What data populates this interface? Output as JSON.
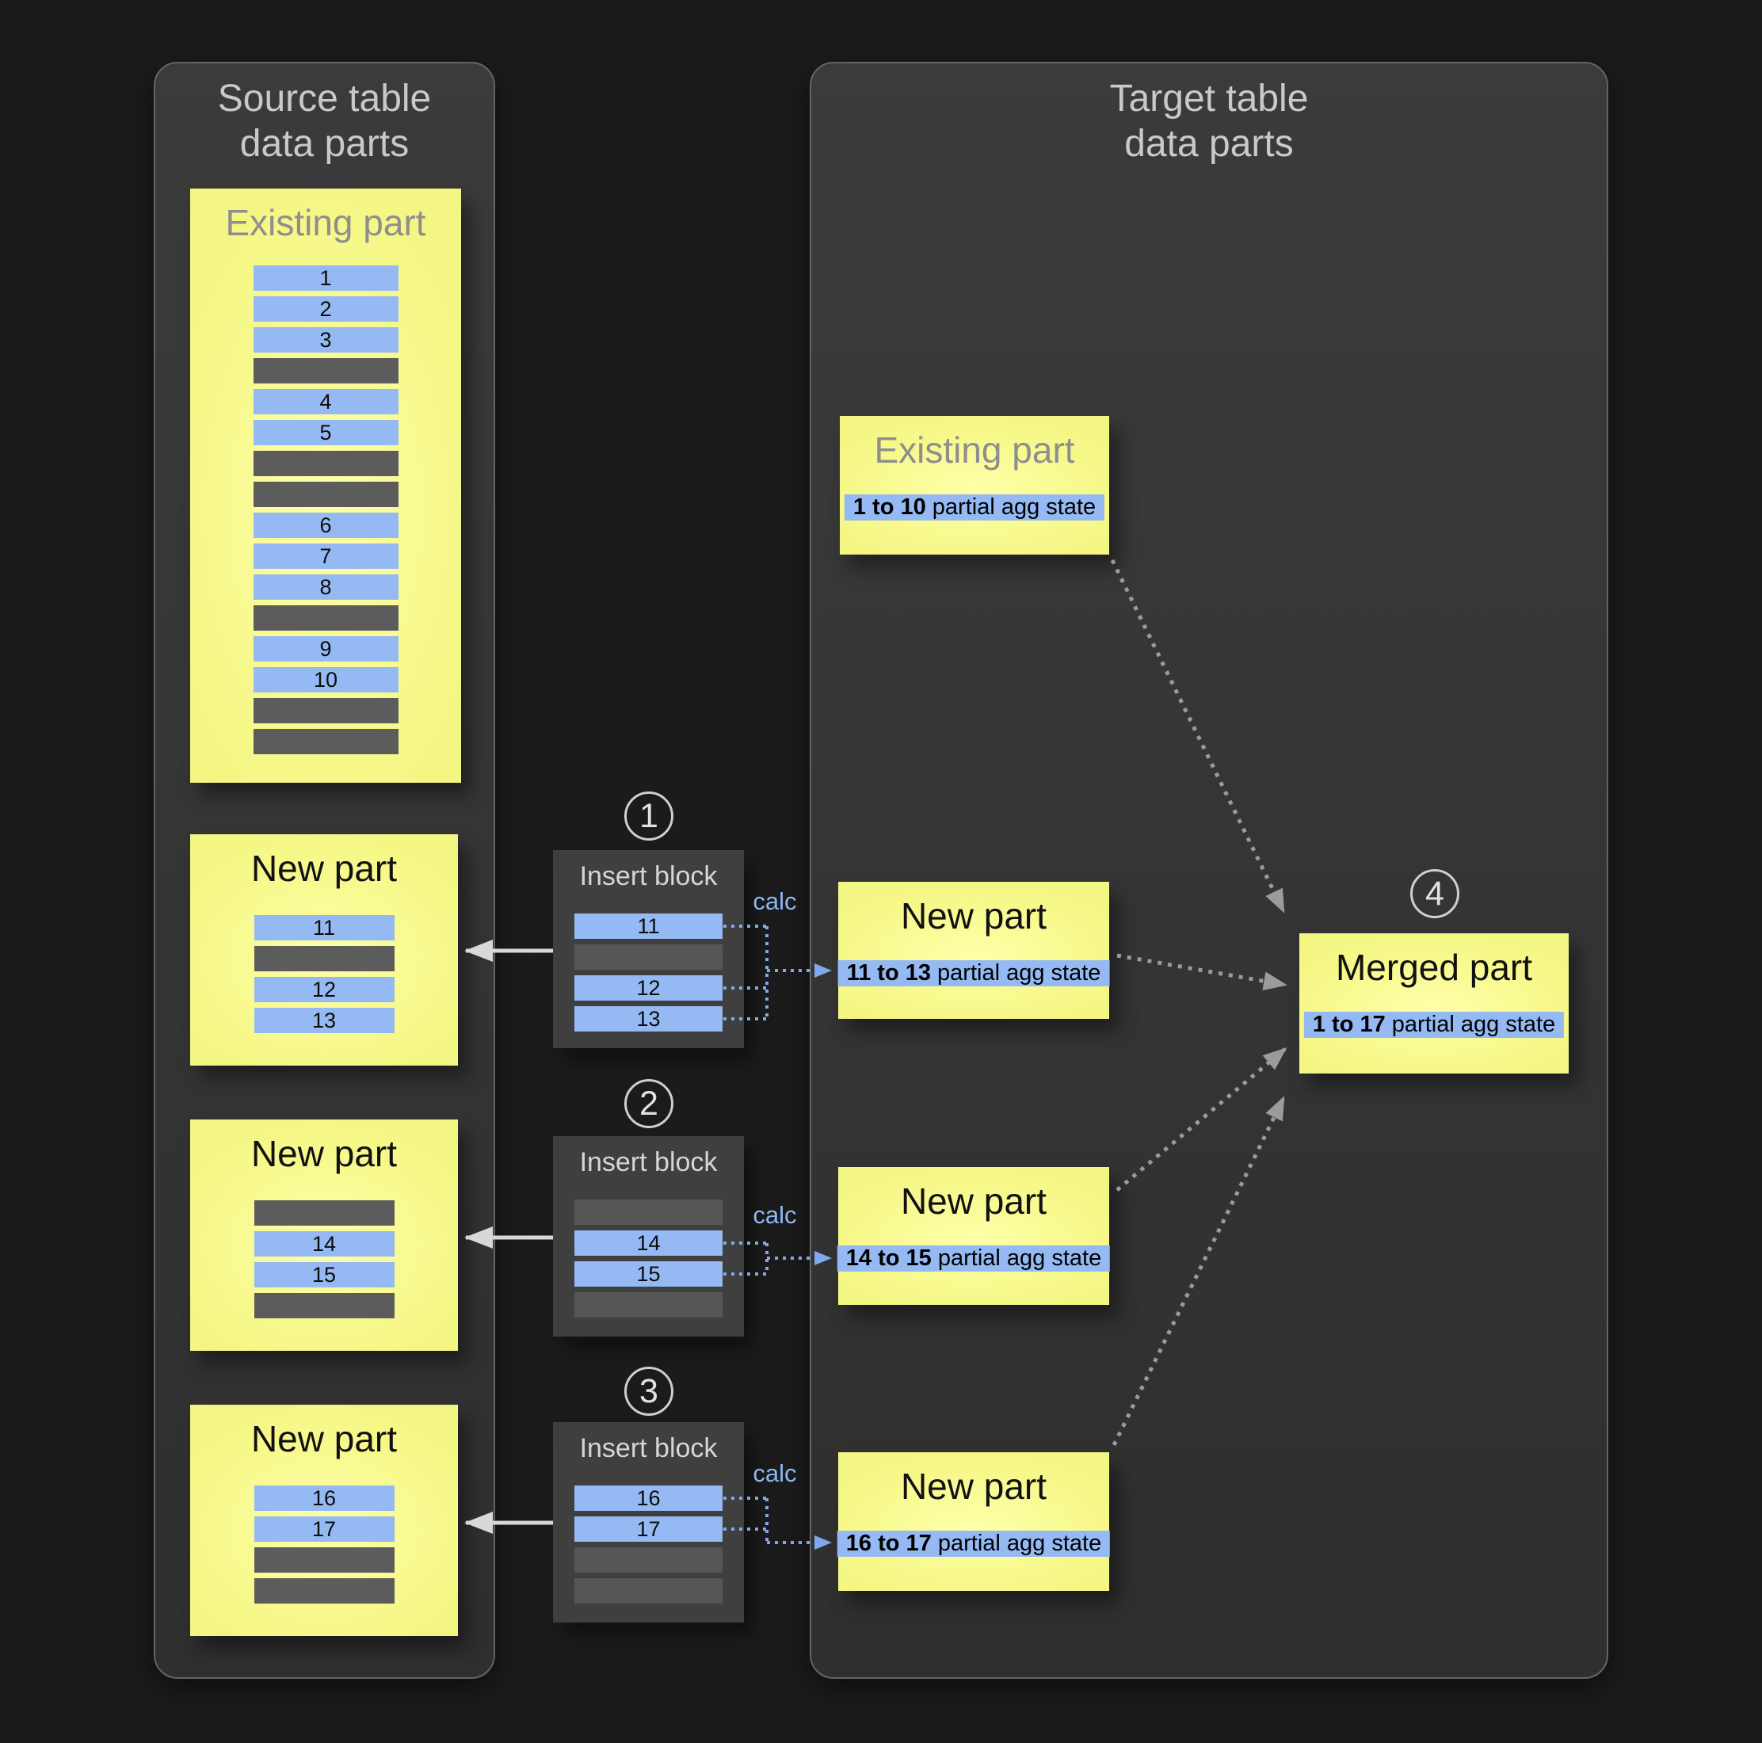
{
  "source_panel": {
    "title_line1": "Source table",
    "title_line2": "data parts",
    "existing_part": {
      "title": "Existing part",
      "rows": [
        {
          "kind": "data",
          "label": "1"
        },
        {
          "kind": "data",
          "label": "2"
        },
        {
          "kind": "data",
          "label": "3"
        },
        {
          "kind": "empty",
          "label": ""
        },
        {
          "kind": "data",
          "label": "4"
        },
        {
          "kind": "data",
          "label": "5"
        },
        {
          "kind": "empty",
          "label": ""
        },
        {
          "kind": "empty",
          "label": ""
        },
        {
          "kind": "data",
          "label": "6"
        },
        {
          "kind": "data",
          "label": "7"
        },
        {
          "kind": "data",
          "label": "8"
        },
        {
          "kind": "empty",
          "label": ""
        },
        {
          "kind": "data",
          "label": "9"
        },
        {
          "kind": "data",
          "label": "10"
        },
        {
          "kind": "empty",
          "label": ""
        },
        {
          "kind": "empty",
          "label": ""
        }
      ]
    },
    "new_parts": [
      {
        "title": "New part",
        "rows": [
          {
            "kind": "data",
            "label": "11"
          },
          {
            "kind": "empty",
            "label": ""
          },
          {
            "kind": "data",
            "label": "12"
          },
          {
            "kind": "data",
            "label": "13"
          }
        ]
      },
      {
        "title": "New part",
        "rows": [
          {
            "kind": "empty",
            "label": ""
          },
          {
            "kind": "data",
            "label": "14"
          },
          {
            "kind": "data",
            "label": "15"
          },
          {
            "kind": "empty",
            "label": ""
          }
        ]
      },
      {
        "title": "New part",
        "rows": [
          {
            "kind": "data",
            "label": "16"
          },
          {
            "kind": "data",
            "label": "17"
          },
          {
            "kind": "empty",
            "label": ""
          },
          {
            "kind": "empty",
            "label": ""
          }
        ]
      }
    ]
  },
  "insert_blocks": [
    {
      "step": "1",
      "title": "Insert block",
      "calc_label": "calc",
      "rows": [
        {
          "kind": "data",
          "label": "11"
        },
        {
          "kind": "empty",
          "label": ""
        },
        {
          "kind": "data",
          "label": "12"
        },
        {
          "kind": "data",
          "label": "13"
        }
      ]
    },
    {
      "step": "2",
      "title": "Insert block",
      "calc_label": "calc",
      "rows": [
        {
          "kind": "empty",
          "label": ""
        },
        {
          "kind": "data",
          "label": "14"
        },
        {
          "kind": "data",
          "label": "15"
        },
        {
          "kind": "empty",
          "label": ""
        }
      ]
    },
    {
      "step": "3",
      "title": "Insert block",
      "calc_label": "calc",
      "rows": [
        {
          "kind": "data",
          "label": "16"
        },
        {
          "kind": "data",
          "label": "17"
        },
        {
          "kind": "empty",
          "label": ""
        },
        {
          "kind": "empty",
          "label": ""
        }
      ]
    }
  ],
  "target_panel": {
    "title_line1": "Target table",
    "title_line2": "data parts",
    "existing_part": {
      "title": "Existing part",
      "agg_range": "1 to 10",
      "agg_suffix": " partial agg state"
    },
    "new_parts": [
      {
        "title": "New part",
        "agg_range": "11 to 13",
        "agg_suffix": " partial agg state"
      },
      {
        "title": "New part",
        "agg_range": "14 to 15",
        "agg_suffix": " partial agg state"
      },
      {
        "title": "New part",
        "agg_range": "16 to 17",
        "agg_suffix": " partial agg state"
      }
    ],
    "merged_part": {
      "step": "4",
      "title": "Merged part",
      "agg_range": "1 to 17",
      "agg_suffix": " partial agg state"
    }
  },
  "colors": {
    "part_yellow": "#f7f98d",
    "row_blue": "#94b9f3",
    "row_gray": "#5c5c5c",
    "calc_blue": "#8fb6f4",
    "arrow_white": "#d8d8d8",
    "arrow_gray": "#9b9b9b",
    "arrow_blue": "#7fa9ea"
  }
}
